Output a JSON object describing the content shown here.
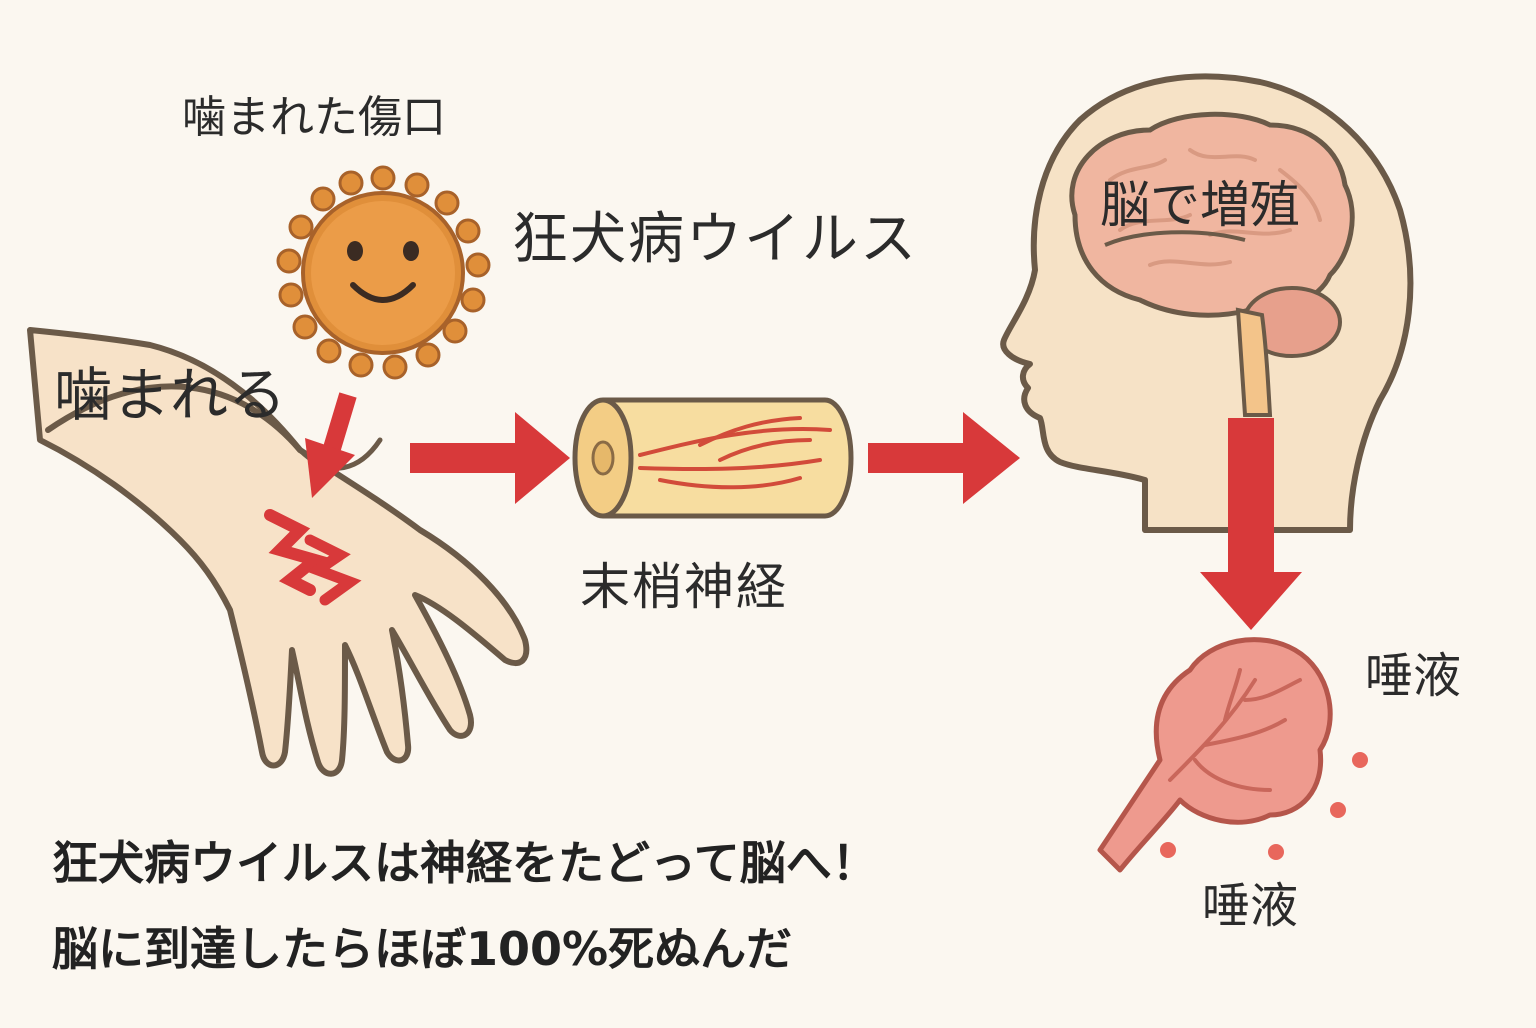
{
  "labels": {
    "wound": "噛まれた傷口",
    "virus": "狂犬病ウイルス",
    "bitten": "噛まれる",
    "nerve": "末梢神経",
    "brain": "脳で増殖",
    "saliva_right": "唾液",
    "saliva_bottom": "唾液"
  },
  "caption": {
    "line1": "狂犬病ウイルスは神経をたどって脳へ！",
    "line2": "脳に到達したらほぼ100%死ぬんだ"
  },
  "colors": {
    "background": "#fbf7f0",
    "arrow": "#d8393a",
    "skin": "#f7e2c8",
    "outline": "#6b5a48",
    "virus": "#e08f3a",
    "brain": "#f0b6a0",
    "gland": "#ee9a8e",
    "droplet": "#e8675c"
  },
  "icons": [
    "virus-icon",
    "hand-icon",
    "nerve-icon",
    "head-icon",
    "brain-icon",
    "salivary-gland-icon",
    "arrow-icon",
    "droplet-icon"
  ]
}
